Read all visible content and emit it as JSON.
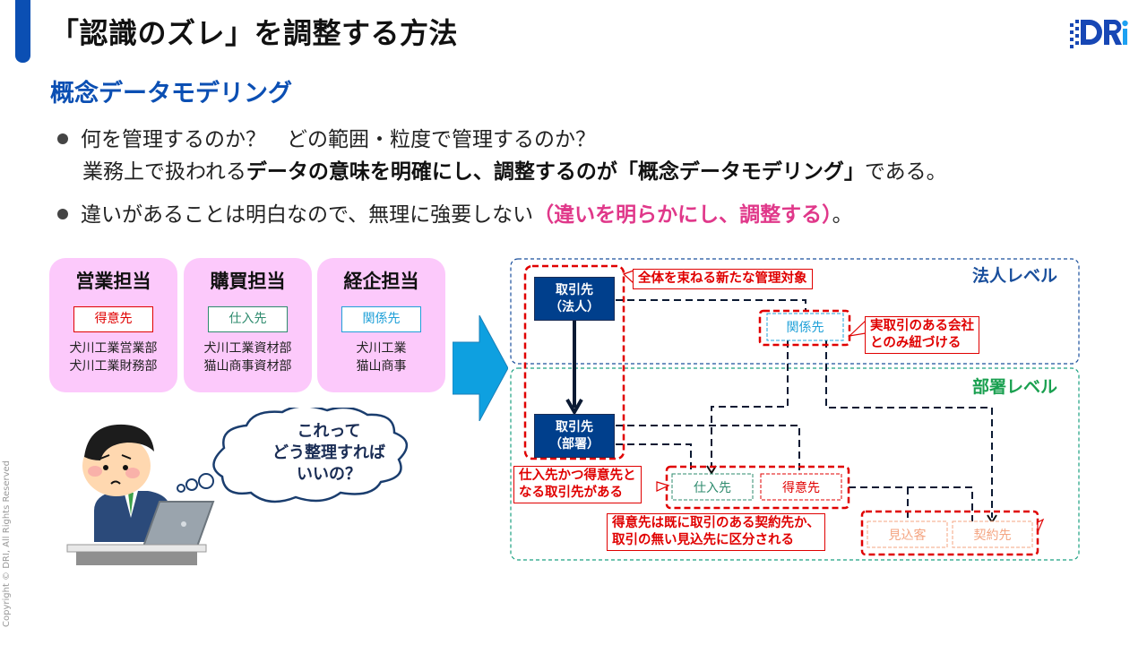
{
  "slide": {
    "title": "「認識のズレ」を調整する方法",
    "subtitle": "概念データモデリング",
    "logo": {
      "text": "DRi",
      "icon": "dri-logo-icon",
      "colors": {
        "primary": "#1747b5",
        "accent": "#1da1f2"
      }
    },
    "copyright": "Copyright © DRI, All Rights Reserved"
  },
  "bullets": [
    {
      "line1": "何を管理するのか？　どの範囲・粒度で管理するのか？",
      "line2": {
        "normal_prefix": "業務上で扱われる",
        "bold": "データの意味を明確にし、調整するのが「概念データモデリング」",
        "normal_suffix": "である。"
      }
    },
    {
      "normal": "違いがあることは明白なので、無理に強要しない",
      "pink": "（違いを明らかにし、調整する）",
      "suffix": "。"
    }
  ],
  "roles": [
    {
      "title": "営業担当",
      "tag": "得意先",
      "tag_color": "#e00000",
      "lines": [
        "犬川工業営業部",
        "犬川工業財務部"
      ]
    },
    {
      "title": "購買担当",
      "tag": "仕入先",
      "tag_color": "#2e8b6e",
      "lines": [
        "犬川工業資材部",
        "猫山商事資材部"
      ]
    },
    {
      "title": "経企担当",
      "tag": "関係先",
      "tag_color": "#1fa0d8",
      "lines": [
        "犬川工業",
        "猫山商事"
      ]
    }
  ],
  "thought_bubble": {
    "lines": [
      "これって",
      "どう整理すれば",
      "いいの？"
    ]
  },
  "illustration": {
    "icon": "confused-businessman-at-laptop-icon"
  },
  "diagram": {
    "levels": [
      {
        "label": "法人レベル",
        "color": "#1a4f9c"
      },
      {
        "label": "部署レベル",
        "color": "#1aa050"
      }
    ],
    "nodes": {
      "corp_partner": {
        "line1": "取引先",
        "line2": "（法人）"
      },
      "dept_partner": {
        "line1": "取引先",
        "line2": "（部署）"
      },
      "related": {
        "label": "関係先",
        "color": "#1fa0d8"
      },
      "supplier": {
        "label": "仕入先",
        "color": "#2e8b6e"
      },
      "customer": {
        "label": "得意先",
        "color": "#e00000"
      },
      "prospect": {
        "label": "見込客",
        "color": "#f4a582"
      },
      "contracted": {
        "label": "契約先",
        "color": "#f4a582"
      }
    },
    "callouts": {
      "new_target": "全体を束ねる新たな管理対象",
      "real_trade": [
        "実取引のある会社",
        "とのみ紐づける"
      ],
      "both": [
        "仕入先かつ得意先と",
        "なる取引先がある"
      ],
      "classify": [
        "得意先は既に取引のある契約先か、",
        "取引の無い見込先に区分される"
      ]
    }
  }
}
